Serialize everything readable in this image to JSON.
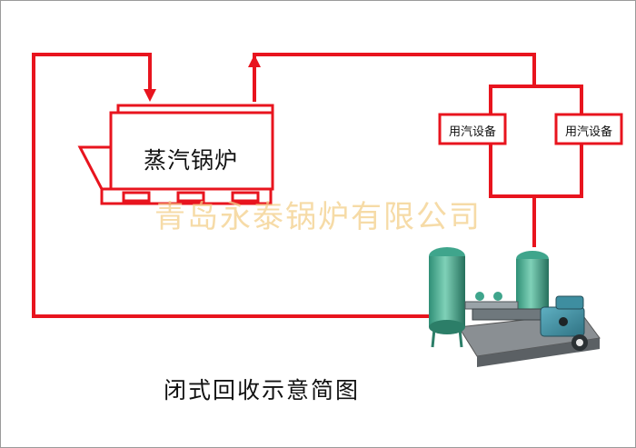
{
  "diagram": {
    "boiler_label": "蒸汽锅炉",
    "equipment": [
      {
        "label": "用汽设备"
      },
      {
        "label": "用汽设备"
      }
    ],
    "watermark": "青岛永泰锅炉有限公司",
    "caption": "闭式回收示意简图",
    "colors": {
      "pipe": "#e8141e",
      "tank": "#3fa58c",
      "motor": "#3e8ea0",
      "background": "#ffffff"
    }
  }
}
